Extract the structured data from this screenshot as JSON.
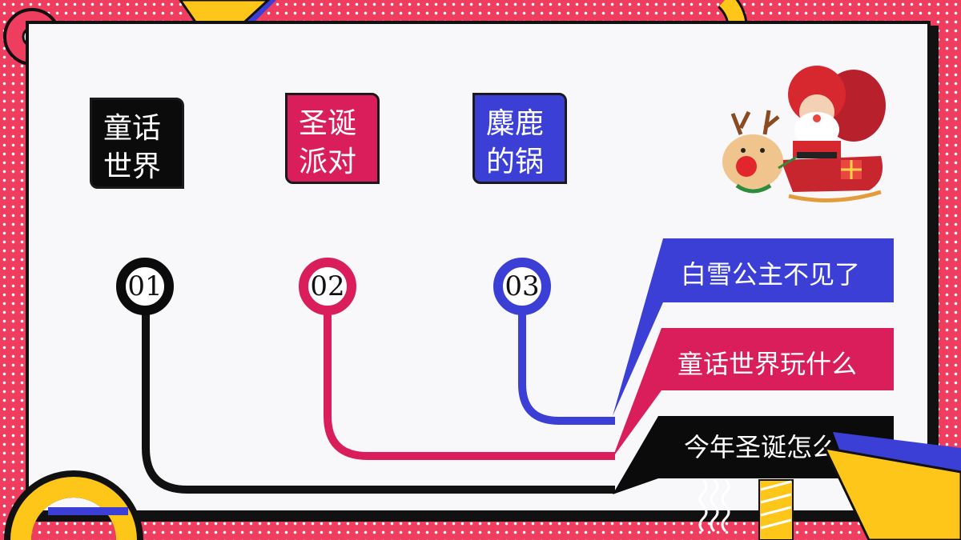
{
  "tiles": [
    {
      "label": "童话世界",
      "color": "#0b0b0b"
    },
    {
      "label": "圣诞派对",
      "color": "#d91e5b"
    },
    {
      "label": "麋鹿的锅",
      "color": "#3b3fd6"
    }
  ],
  "steps": [
    {
      "number": "01",
      "color": "#0b0b0b"
    },
    {
      "number": "02",
      "color": "#d91e5b"
    },
    {
      "number": "03",
      "color": "#3b3fd6"
    }
  ],
  "banners": [
    {
      "text": "白雪公主不见了",
      "color": "#3b3fd6"
    },
    {
      "text": "童话世界玩什么",
      "color": "#d91e5b"
    },
    {
      "text": "今年圣诞怎么玩",
      "color": "#0b0b0b"
    }
  ],
  "theme": {
    "background": "#ee3d5e",
    "yellow": "#ffc61a",
    "panel": "#f8f8fb"
  }
}
